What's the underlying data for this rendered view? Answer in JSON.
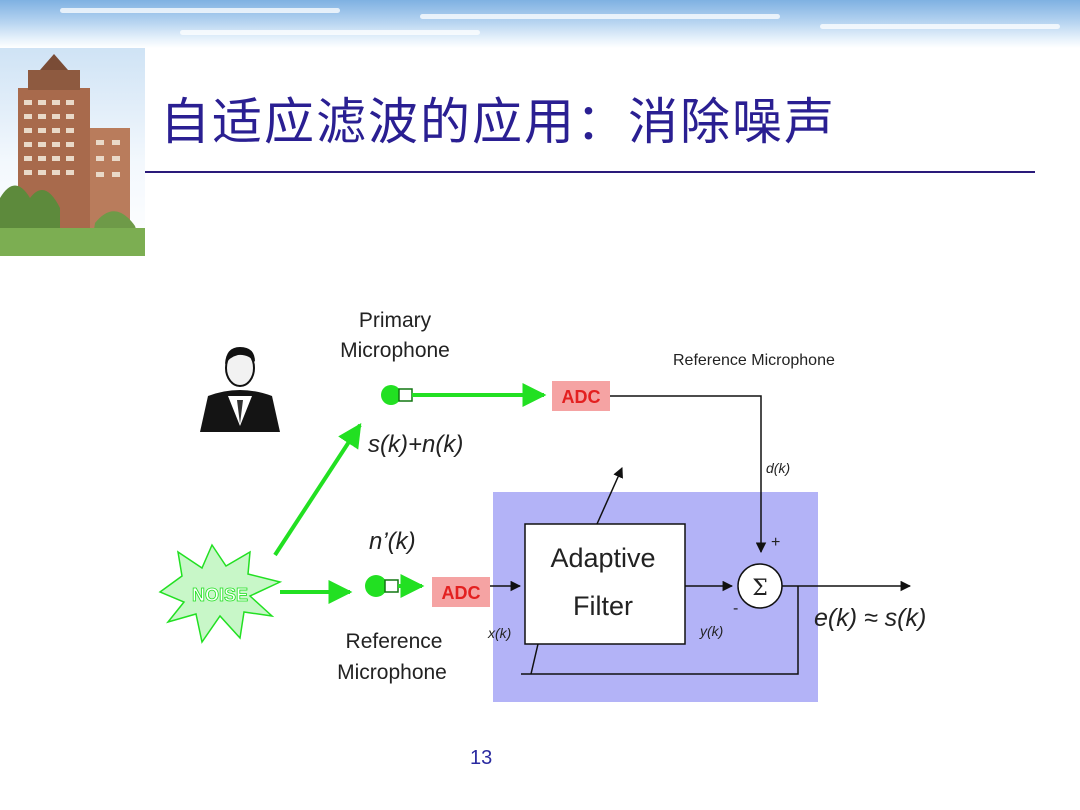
{
  "slide": {
    "title": "自适应滤波的应用：消除噪声",
    "page_number": "13"
  },
  "diagram": {
    "primary_mic_label_line1": "Primary",
    "primary_mic_label_line2": "Microphone",
    "reference_mic_top_label": "Reference Microphone",
    "adc_label": "ADC",
    "signal_plus_noise": "s(k)+n(k)",
    "noise_prime": "n’(k)",
    "noise_label": "NOISE",
    "reference_mic_label_line1": "Reference",
    "reference_mic_label_line2": "Microphone",
    "x_label": "x(k)",
    "y_label": "y(k)",
    "d_label": "d(k)",
    "filter_label_line1": "Adaptive",
    "filter_label_line2": "Filter",
    "sum_symbol": "Σ",
    "plus_sign": "+",
    "minus_sign": "-",
    "output_label": "e(k) ≈ s(k)"
  },
  "colors": {
    "title": "#2a1f92",
    "adc_fill": "#f5a3a3",
    "adc_text": "#e32020",
    "signal_arrow": "#22e022",
    "filter_region": "#b3b3f7",
    "noise_burst": "#c8f7c8"
  }
}
